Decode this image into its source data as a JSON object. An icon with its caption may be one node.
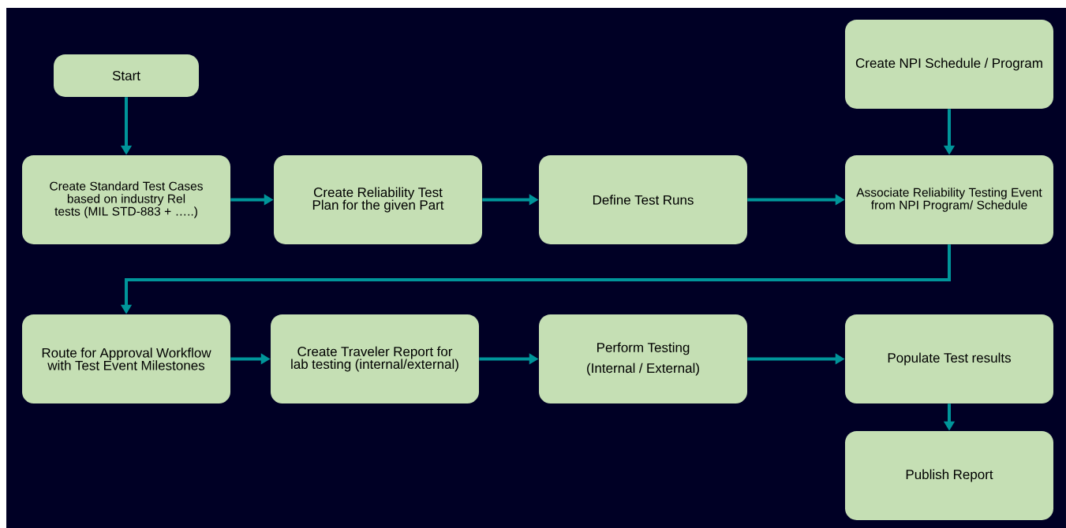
{
  "diagram": {
    "nodes": [
      {
        "text": [
          "Start"
        ]
      },
      {
        "text": [
          "Create Standard Test Cases based on industry Rel tests (MIL STD-883 + …..)"
        ]
      },
      {
        "text": [
          "Create Reliability Test Plan for the given Part"
        ]
      },
      {
        "text": [
          "Define Test Runs"
        ]
      },
      {
        "text": [
          "Create NPI Schedule / Program"
        ]
      },
      {
        "text": [
          "Associate Reliability Testing Event from NPI Program/ Schedule"
        ]
      },
      {
        "text": [
          "Route for Approval Workflow with Test Event Milestones"
        ]
      },
      {
        "text": [
          "Create Traveler Report for lab testing (internal/external)"
        ]
      },
      {
        "text": [
          "Perform Testing",
          "(Internal / External)"
        ]
      },
      {
        "text": [
          "Populate Test results"
        ]
      },
      {
        "text": [
          "Publish Report"
        ]
      }
    ],
    "edges": [
      {
        "from": 0,
        "to": 1,
        "arrow": "to"
      },
      {
        "from": 1,
        "to": 2,
        "arrow": "to"
      },
      {
        "from": 2,
        "to": 3,
        "arrow": "to"
      },
      {
        "from": 3,
        "to": 5,
        "arrow": "to"
      },
      {
        "from": 4,
        "to": 5,
        "arrow": "to"
      },
      {
        "from": 5,
        "to": 6,
        "arrow": "to"
      },
      {
        "from": 6,
        "to": 7,
        "arrow": "to"
      },
      {
        "from": 7,
        "to": 8,
        "arrow": "to"
      },
      {
        "from": 8,
        "to": 9,
        "arrow": "to"
      },
      {
        "from": 9,
        "to": 10,
        "arrow": "to"
      }
    ]
  }
}
